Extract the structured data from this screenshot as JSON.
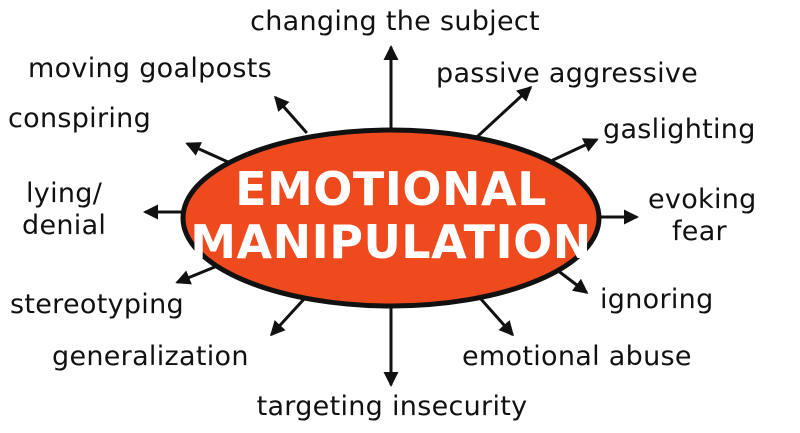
{
  "center": {
    "line1": "EMOTIONAL",
    "line2": "MANIPULATION",
    "fill_color": "#ef4a1e",
    "stroke_color": "#111111",
    "text_color": "#ffffff"
  },
  "nodes": [
    {
      "id": "changing-the-subject",
      "lines": [
        "changing the subject"
      ]
    },
    {
      "id": "passive-aggressive",
      "lines": [
        "passive aggressive"
      ]
    },
    {
      "id": "gaslighting",
      "lines": [
        "gaslighting"
      ]
    },
    {
      "id": "evoking-fear",
      "lines": [
        "evoking",
        "fear"
      ]
    },
    {
      "id": "ignoring",
      "lines": [
        "ignoring"
      ]
    },
    {
      "id": "emotional-abuse",
      "lines": [
        "emotional abuse"
      ]
    },
    {
      "id": "targeting-insecurity",
      "lines": [
        "targeting insecurity"
      ]
    },
    {
      "id": "generalization",
      "lines": [
        "generalization"
      ]
    },
    {
      "id": "stereotyping",
      "lines": [
        "stereotyping"
      ]
    },
    {
      "id": "lying-denial",
      "lines": [
        "lying/",
        "denial"
      ]
    },
    {
      "id": "conspiring",
      "lines": [
        "conspiring"
      ]
    },
    {
      "id": "moving-goalposts",
      "lines": [
        "moving goalposts"
      ]
    }
  ]
}
